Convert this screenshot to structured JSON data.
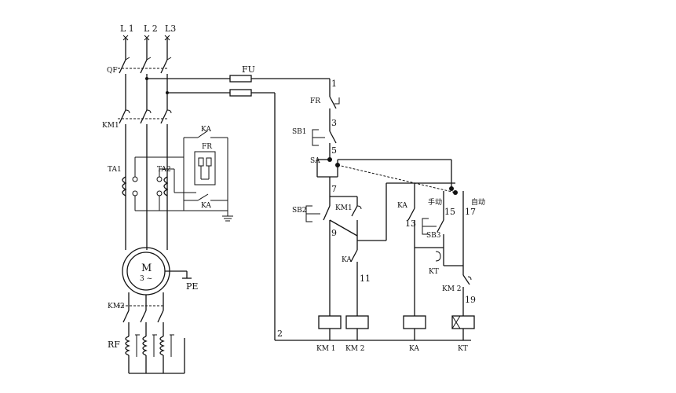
{
  "diagram": {
    "supply": {
      "l1": "L 1",
      "l2": "L 2",
      "l3": "L3"
    },
    "qf": "QF",
    "fu": "FU",
    "km1": "KM1",
    "km2": "KM2",
    "ta1": "TA1",
    "ta2": "TA2",
    "ka_top": "KA",
    "fr_relay": "FR",
    "ka_bottom": "KA",
    "motor": {
      "m": "M",
      "phase": "3 ~"
    },
    "pe": "PE",
    "rf": "RF",
    "control": {
      "node1": "1",
      "fr": "FR",
      "node3": "3",
      "sb1": "SB1",
      "node5": "5",
      "sa": "SA",
      "node7": "7",
      "sb2": "SB2",
      "km1_contact": "KM1",
      "node9": "9",
      "ka_contact": "KA",
      "node11": "11",
      "ka_hold": "KA",
      "node13": "13",
      "manual": "手动",
      "node15": "15",
      "node17": "17",
      "auto": "自动",
      "sb3": "SB3",
      "kt": "KT",
      "km2_contact": "KM 2",
      "node19": "19",
      "node2": "2",
      "coils": [
        "KM 1",
        "KM 2",
        "KA",
        "KT"
      ]
    }
  }
}
